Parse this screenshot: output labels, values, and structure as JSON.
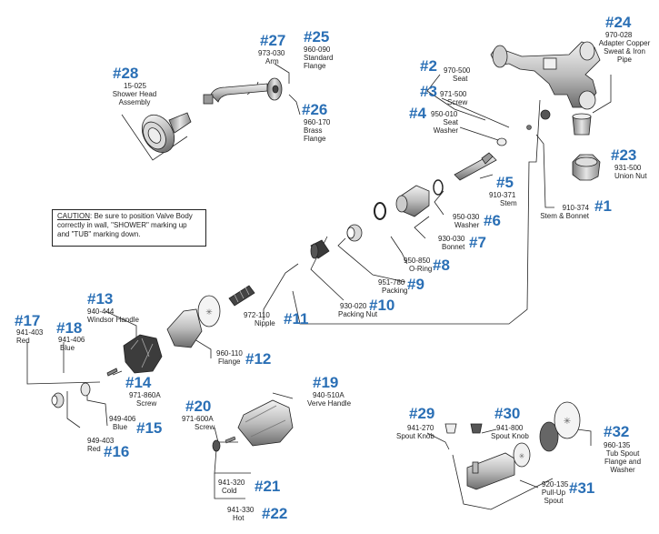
{
  "colors": {
    "number": "#2a6fb5",
    "ink": "#222222",
    "part_fill": "#d9d9d9",
    "part_dark": "#5a5a5a"
  },
  "caution": {
    "heading": "CAUTION",
    "text": ": Be sure to position Valve Body correctly in wall, \"SHOWER\" marking up and \"TUB\" marking down."
  },
  "parts": [
    {
      "num": "#1",
      "code": "910-374",
      "name": "Stem & Bonnet"
    },
    {
      "num": "#2",
      "code": "970-500",
      "name": "Seat"
    },
    {
      "num": "#3",
      "code": "971-500",
      "name": "Screw"
    },
    {
      "num": "#4",
      "code": "950-010",
      "name": "Seat Washer"
    },
    {
      "num": "#5",
      "code": "910-371",
      "name": "Stem"
    },
    {
      "num": "#6",
      "code": "950-030",
      "name": "Washer"
    },
    {
      "num": "#7",
      "code": "930-030",
      "name": "Bonnet"
    },
    {
      "num": "#8",
      "code": "950-850",
      "name": "O-Ring"
    },
    {
      "num": "#9",
      "code": "951-780",
      "name": "Packing"
    },
    {
      "num": "#10",
      "code": "930-020",
      "name": "Packing Nut"
    },
    {
      "num": "#11",
      "code": "972-110",
      "name": "Nipple"
    },
    {
      "num": "#12",
      "code": "960-110",
      "name": "Flange"
    },
    {
      "num": "#13",
      "code": "940-444",
      "name": "Windsor Handle"
    },
    {
      "num": "#14",
      "code": "971-860A",
      "name": "Screw"
    },
    {
      "num": "#15",
      "code": "949-406",
      "name": "Blue"
    },
    {
      "num": "#16",
      "code": "949-403",
      "name": "Red"
    },
    {
      "num": "#17",
      "code": "941-403",
      "name": "Red"
    },
    {
      "num": "#18",
      "code": "941-406",
      "name": "Blue"
    },
    {
      "num": "#19",
      "code": "940-510A",
      "name": "Verve Handle"
    },
    {
      "num": "#20",
      "code": "971-600A",
      "name": "Screw"
    },
    {
      "num": "#21",
      "code": "941-320",
      "name": "Cold"
    },
    {
      "num": "#22",
      "code": "941-330",
      "name": "Hot"
    },
    {
      "num": "#23",
      "code": "931-500",
      "name": "Union Nut"
    },
    {
      "num": "#24",
      "code": "970-028",
      "name": "Adapter Copper Sweat & Iron Pipe"
    },
    {
      "num": "#25",
      "code": "960-090",
      "name": "Standard Flange"
    },
    {
      "num": "#26",
      "code": "960-170",
      "name": "Brass Flange"
    },
    {
      "num": "#27",
      "code": "973-030",
      "name": "Arm"
    },
    {
      "num": "#28",
      "code": "15-025",
      "name": "Shower Head Assembly"
    },
    {
      "num": "#29",
      "code": "941-270",
      "name": "Spout Knob"
    },
    {
      "num": "#30",
      "code": "941-800",
      "name": "Spout Knob"
    },
    {
      "num": "#31",
      "code": "920-135",
      "name": "Pull-Up Spout"
    },
    {
      "num": "#32",
      "code": "960-135",
      "name": "Tub Spout Flange and Washer"
    }
  ]
}
